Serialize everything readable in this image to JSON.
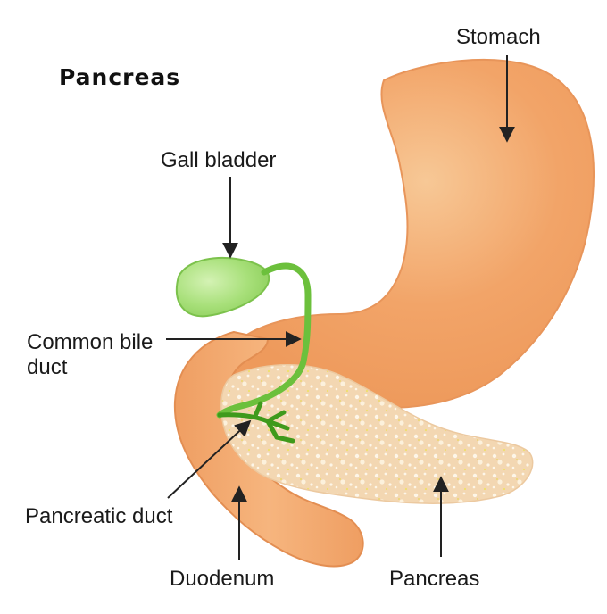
{
  "title": "Pancreas",
  "labels": {
    "stomach": "Stomach",
    "gall_bladder": "Gall bladder",
    "common_bile_duct": "Common bile duct",
    "pancreatic_duct": "Pancreatic duct",
    "duodenum": "Duodenum",
    "pancreas": "Pancreas"
  },
  "colors": {
    "stomach": "#f2a066",
    "stomach_highlight": "#f6c08c",
    "duodenum": "#f0a468",
    "pancreas": "#f3d9b8",
    "pancreas_speckle": "#fbf3e2",
    "gall_bladder": "#9fdc70",
    "duct": "#6cc03c",
    "pancreatic_duct": "#3f9a1c",
    "arrow": "#222222",
    "outline": "#e89a62"
  }
}
